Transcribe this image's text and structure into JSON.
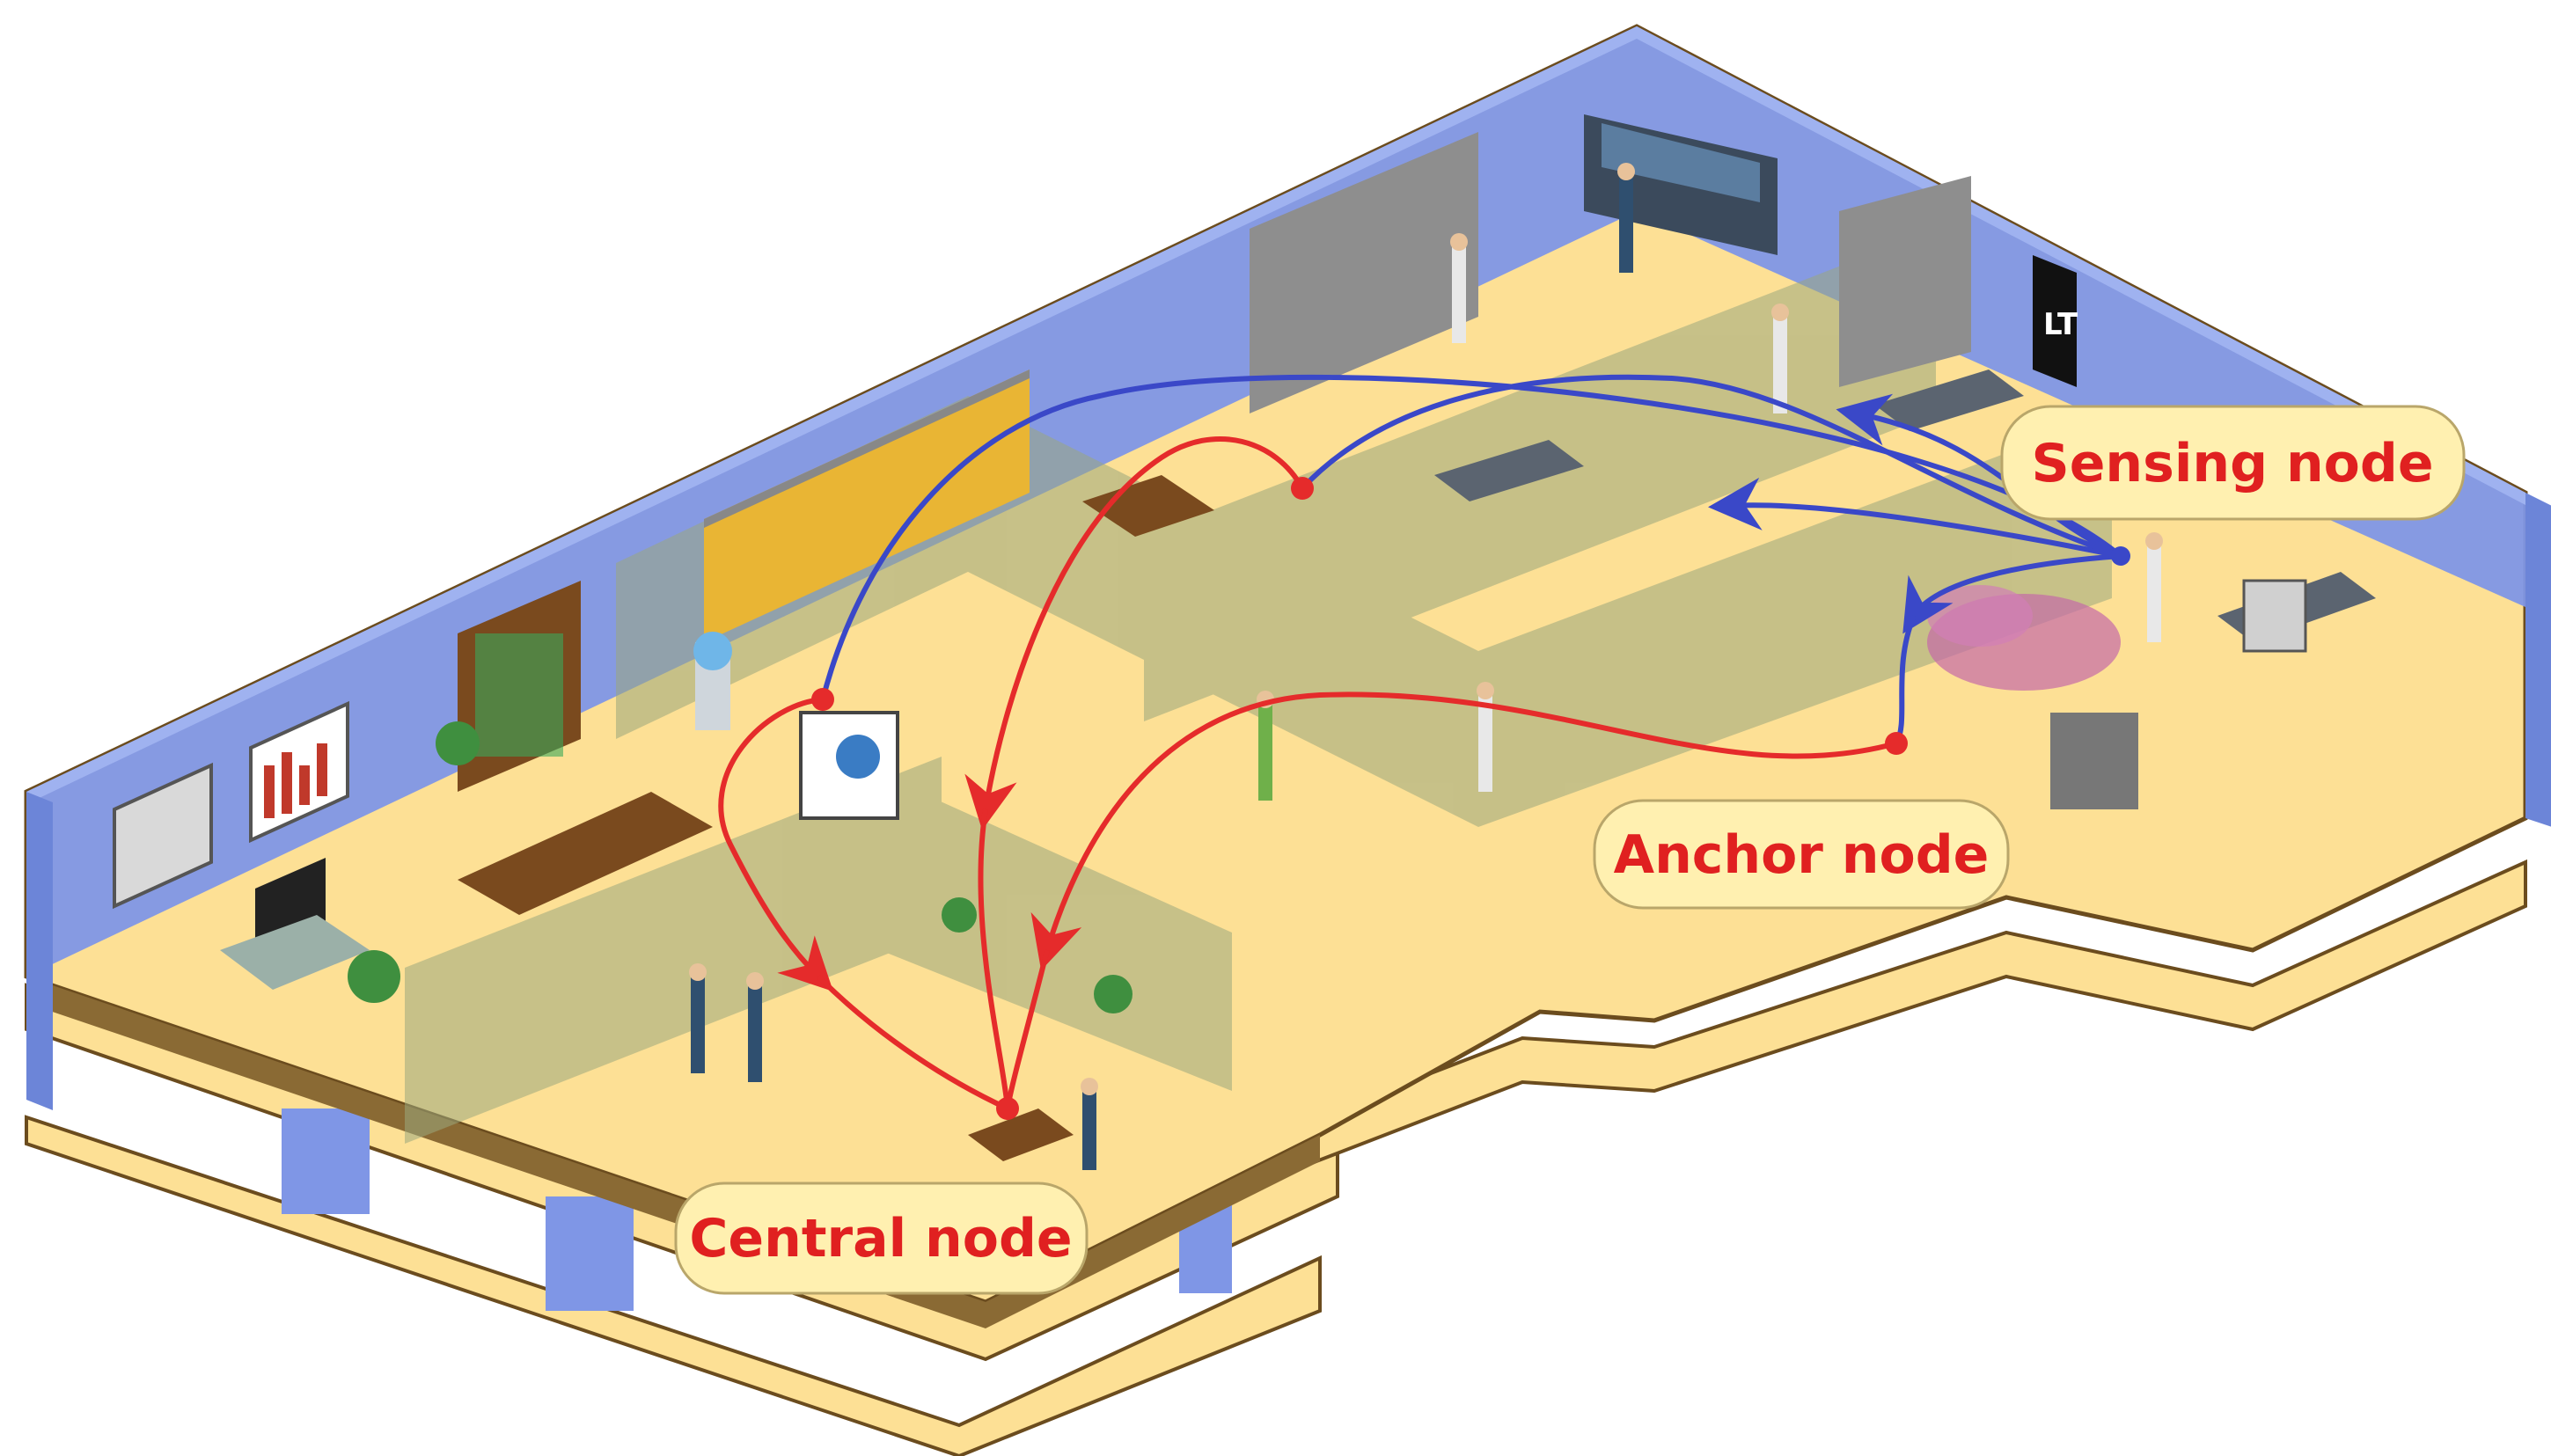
{
  "labels": {
    "sensing_node": "Sensing node",
    "anchor_node": "Anchor node",
    "central_node": "Central node"
  },
  "colors": {
    "floor": "#fde095",
    "floor_edge": "#6b4c1e",
    "wall": "#7f96e6",
    "wall_top": "#9fb2f0",
    "glass": "#9aa77d",
    "label_bg": "#fff0b0",
    "label_text": "#e02020",
    "red_link": "#e52b2b",
    "blue_link": "#3a48c8"
  },
  "logo_text": "LT"
}
